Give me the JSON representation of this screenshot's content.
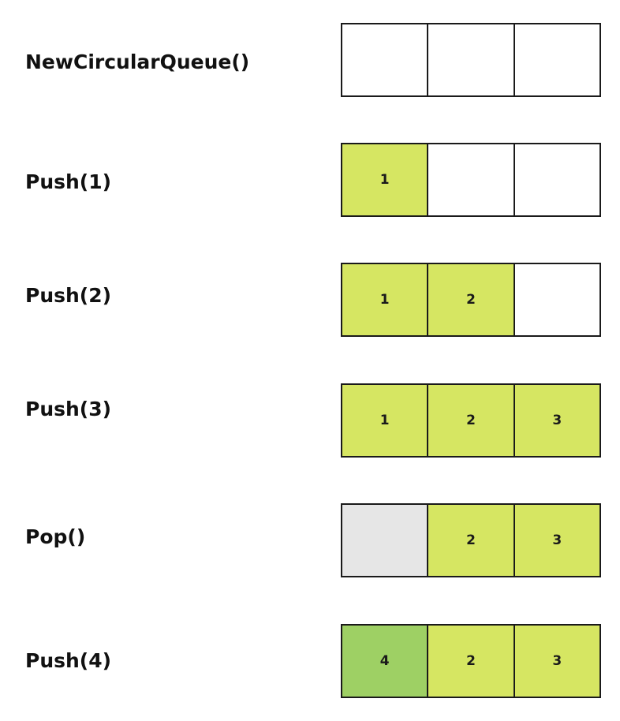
{
  "colors": {
    "border": "#1a1a1a",
    "empty": "#ffffff",
    "filled": "#d6e662",
    "freed": "#e6e6e6",
    "new": "#9ed064"
  },
  "steps": [
    {
      "operation": "NewCircularQueue()",
      "cells": [
        {
          "value": "",
          "state": "empty"
        },
        {
          "value": "",
          "state": "empty"
        },
        {
          "value": "",
          "state": "empty"
        }
      ]
    },
    {
      "operation": "Push(1)",
      "cells": [
        {
          "value": "1",
          "state": "filled"
        },
        {
          "value": "",
          "state": "empty"
        },
        {
          "value": "",
          "state": "empty"
        }
      ]
    },
    {
      "operation": "Push(2)",
      "cells": [
        {
          "value": "1",
          "state": "filled"
        },
        {
          "value": "2",
          "state": "filled"
        },
        {
          "value": "",
          "state": "empty"
        }
      ]
    },
    {
      "operation": "Push(3)",
      "cells": [
        {
          "value": "1",
          "state": "filled"
        },
        {
          "value": "2",
          "state": "filled"
        },
        {
          "value": "3",
          "state": "filled"
        }
      ]
    },
    {
      "operation": "Pop()",
      "cells": [
        {
          "value": "",
          "state": "freed"
        },
        {
          "value": "2",
          "state": "filled"
        },
        {
          "value": "3",
          "state": "filled"
        }
      ]
    },
    {
      "operation": "Push(4)",
      "cells": [
        {
          "value": "4",
          "state": "new"
        },
        {
          "value": "2",
          "state": "filled"
        },
        {
          "value": "3",
          "state": "filled"
        }
      ]
    }
  ]
}
